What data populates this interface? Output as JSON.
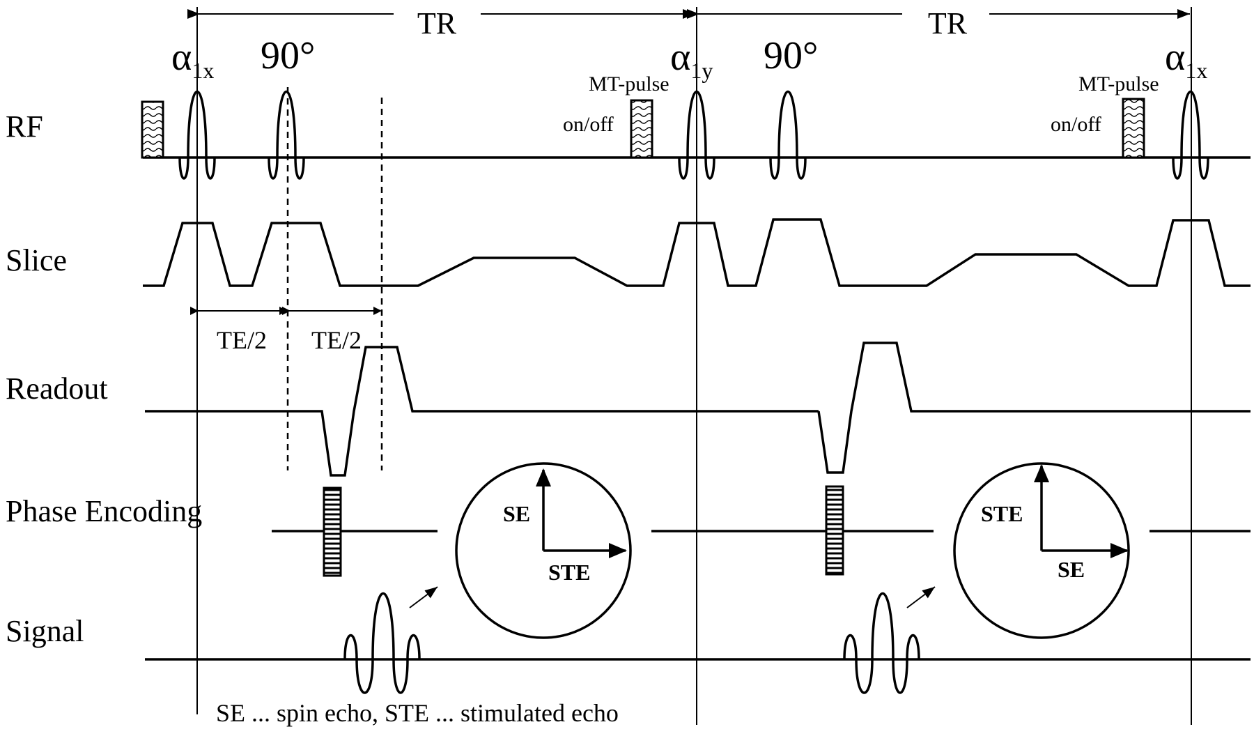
{
  "rows": {
    "rf": "RF",
    "slice": "Slice",
    "readout": "Readout",
    "phase": "Phase Encoding",
    "signal": "Signal"
  },
  "tr_label": "TR",
  "pulses": {
    "alpha_symbol": "α",
    "a1x_sub": "1x",
    "a1y_sub": "1y",
    "ninety": "90°"
  },
  "mt_pulse": "MT-pulse",
  "on_off": "on/off",
  "te_half": "TE/2",
  "vectors": {
    "left": {
      "vertical": "SE",
      "horizontal": "STE"
    },
    "right": {
      "vertical": "STE",
      "horizontal": "SE"
    }
  },
  "footnote": "SE ... spin echo, STE ... stimulated echo",
  "colors": {
    "line": "#000000",
    "background": "#ffffff"
  }
}
